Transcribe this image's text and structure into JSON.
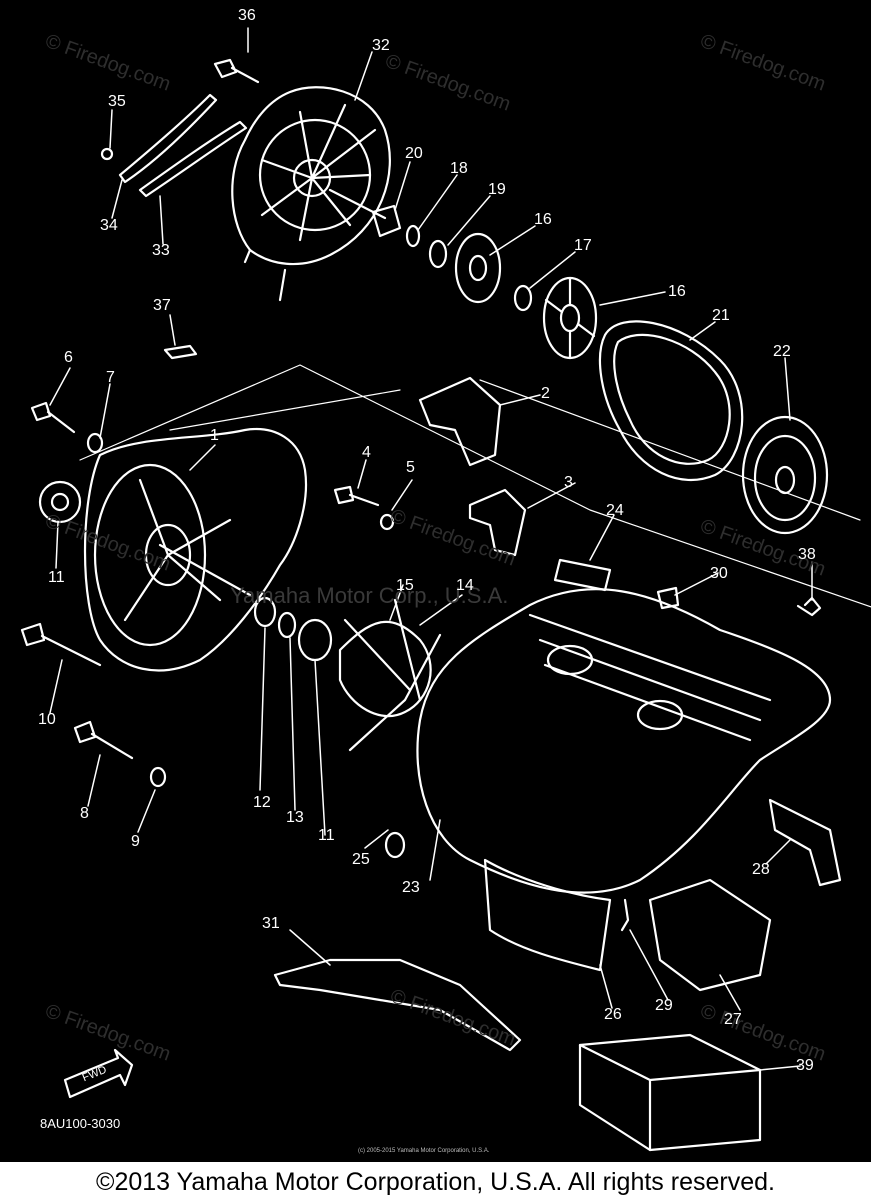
{
  "diagram": {
    "part_code": "8AU100-3030",
    "fwd_label": "FWD",
    "tiny_copyright": "(c) 2005-2015 Yamaha Motor Corporation, U.S.A.",
    "center_watermark": "Yamaha Motor Corp., U.S.A.",
    "watermark": "© Firedog.com",
    "footer": "©2013 Yamaha Motor Corporation, U.S.A. All rights reserved.",
    "callouts": [
      "36",
      "32",
      "35",
      "20",
      "18",
      "19",
      "16",
      "17",
      "16",
      "34",
      "33",
      "21",
      "22",
      "37",
      "6",
      "7",
      "2",
      "1",
      "4",
      "5",
      "3",
      "11",
      "24",
      "15",
      "30",
      "38",
      "14",
      "10",
      "12",
      "13",
      "11",
      "8",
      "9",
      "25",
      "23",
      "28",
      "31",
      "26",
      "29",
      "27",
      "39"
    ],
    "colors": {
      "background": "#000000",
      "linework": "#ffffff",
      "footer_bg": "#ffffff",
      "footer_text": "#000000"
    }
  }
}
